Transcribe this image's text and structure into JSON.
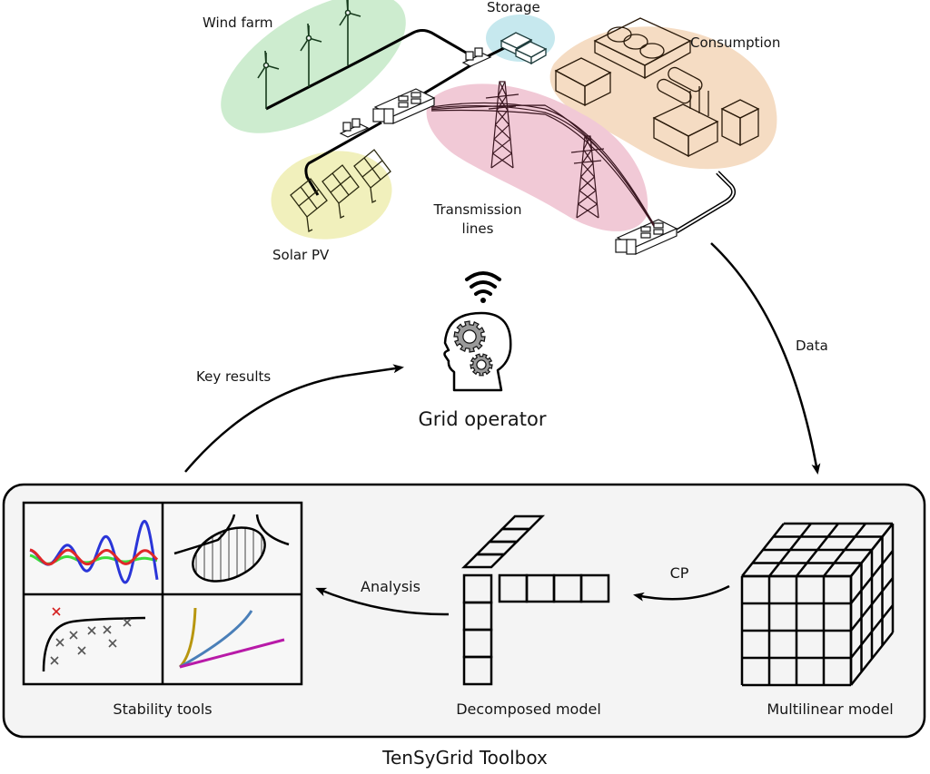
{
  "title": "TenSyGrid Toolbox",
  "grid_components": {
    "wind_farm": {
      "label": "Wind farm",
      "color": "#cdeccf"
    },
    "storage": {
      "label": "Storage",
      "color": "#c6e8ee"
    },
    "consumption": {
      "label": "Consumption",
      "color": "#f5dcc3"
    },
    "solar_pv": {
      "label": "Solar PV",
      "color": "#f1f0bc"
    },
    "transmission_lines": {
      "label": "Transmission\nlines",
      "label_line1": "Transmission",
      "label_line2": "lines",
      "color": "#f1c9d6"
    }
  },
  "operator": {
    "label": "Grid operator",
    "icons": [
      "wifi-icon",
      "head-with-gears-icon"
    ]
  },
  "flows": {
    "data": "Data",
    "key_results": "Key results",
    "analysis": "Analysis",
    "cp": "CP"
  },
  "toolbox": {
    "label": "TenSyGrid Toolbox",
    "stability_tools": {
      "label": "Stability tools",
      "panels": [
        "oscillation-plot",
        "stability-region-plot",
        "scatter-boundary-plot",
        "trajectory-curves-plot"
      ],
      "colors": {
        "blue": "#2a35d8",
        "red": "#e02828",
        "green": "#3ddc3d",
        "gold": "#b8960f",
        "steel": "#4a7fb8",
        "magenta": "#b81aa8",
        "cross_gray": "#555555",
        "cross_red": "#d42020"
      }
    },
    "decomposed_model": {
      "label": "Decomposed model",
      "factor_cells": 4
    },
    "multilinear_model": {
      "label": "Multilinear model",
      "cube_size": 4
    }
  }
}
